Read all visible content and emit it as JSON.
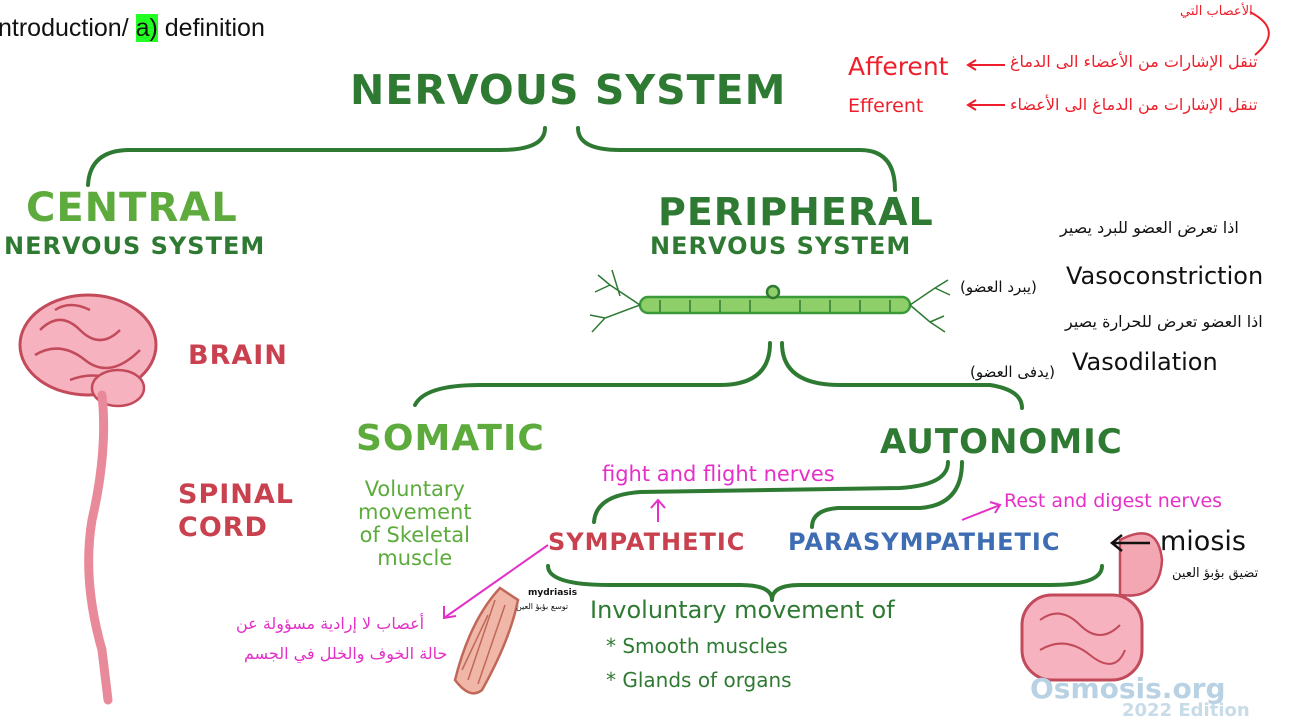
{
  "header": {
    "prefix": "ntroduction/ ",
    "highlight": "a)",
    "suffix": " definition"
  },
  "titles": {
    "main": "NERVOUS SYSTEM",
    "central_1": "CENTRAL",
    "central_2": "NERVOUS SYSTEM",
    "peripheral_1": "PERIPHERAL",
    "peripheral_2": "NERVOUS SYSTEM",
    "brain": "BRAIN",
    "spinal_1": "SPINAL",
    "spinal_2": "CORD",
    "somatic": "SOMATIC",
    "somatic_desc_1": "Voluntary",
    "somatic_desc_2": "movement",
    "somatic_desc_3": "of Skeletal",
    "somatic_desc_4": "muscle",
    "autonomic": "AUTONOMIC",
    "sympathetic": "SYMPATHETIC",
    "parasympathetic": "PARASYMPATHETIC",
    "involuntary": "Involuntary movement of",
    "smooth": "* Smooth muscles",
    "glands": "* Glands of organs"
  },
  "annotations": {
    "afferent_arabic_top": "الأعصاب التي",
    "afferent": "Afferent",
    "afferent_arabic": "تنقل الإشارات من الأعضاء الى الدماغ",
    "efferent": "Efferent",
    "efferent_arabic": "تنقل الإشارات من الدماغ الى الأعضاء",
    "vaso_arabic_1": "اذا تعرض العضو للبرد يصير",
    "vasoconstriction": "Vasoconstriction",
    "vaso_arabic_1b": "(يبرد العضو)",
    "vaso_arabic_2": "اذا العضو تعرض للحرارة يصير",
    "vasodilation": "Vasodilation",
    "vaso_arabic_2b": "(يدفى العضو)",
    "fight": "fight and flight nerves",
    "rest": "Rest and digest nerves",
    "miosis": "miosis",
    "miosis_arabic": "تضيق بؤبؤ العين",
    "mydriasis": "mydriasis",
    "mydriasis_arabic": "توسع بؤبؤ العين",
    "symp_arabic_1": "أعصاب لا إرادية مسؤولة عن",
    "symp_arabic_2": "حالة الخوف والخلل في الجسم"
  },
  "watermark": {
    "brand": "Osmosis.org",
    "edition": "2022 Edition"
  },
  "colors": {
    "dark_green": "#2f7a33",
    "light_green": "#5cab3c",
    "red": "#c9414f",
    "blue": "#3f6db3",
    "pink": "#e430c8",
    "hand_red": "#ee1f2a"
  }
}
